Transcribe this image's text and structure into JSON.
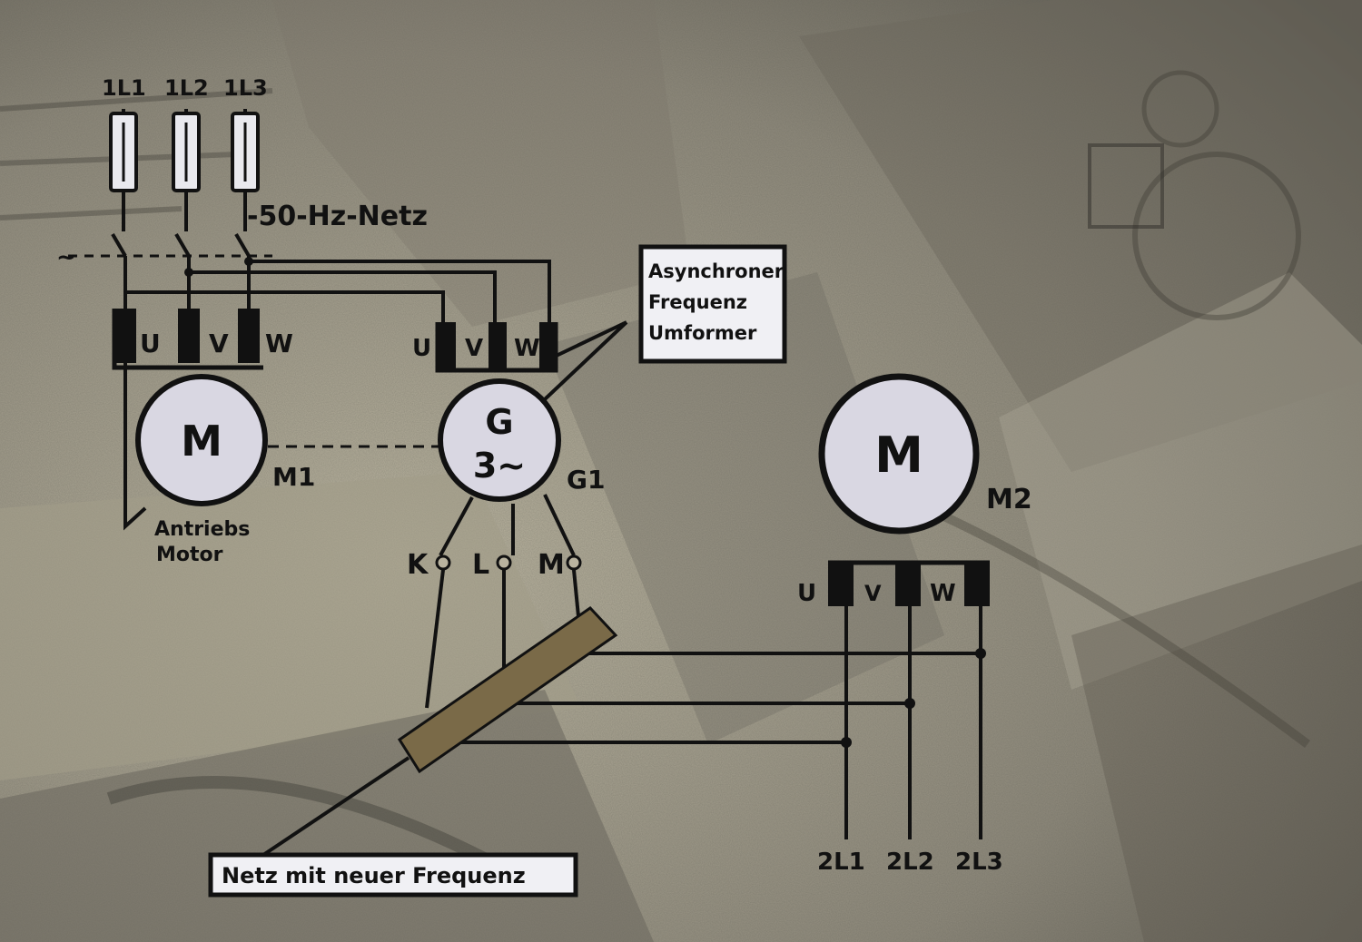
{
  "network": {
    "phases_in": [
      "1L1",
      "1L2",
      "1L3"
    ],
    "net_label": "-50-Hz-Netz",
    "switch_mark": "~"
  },
  "motor_m1": {
    "symbol": "M",
    "id": "M1",
    "label_line1": "Antriebs",
    "label_line2": "Motor"
  },
  "terminals_m1": [
    "U",
    "V",
    "W"
  ],
  "generator_g1": {
    "symbol": "G",
    "sub": "3~",
    "id": "G1"
  },
  "terminals_g1_in": [
    "U",
    "V",
    "W"
  ],
  "generator_outputs": [
    "K",
    "L",
    "M"
  ],
  "converter_box": {
    "line1": "Asynchroner",
    "line2": "Frequenz",
    "line3": "Umformer"
  },
  "motor_m2": {
    "symbol": "M",
    "id": "M2"
  },
  "terminals_m2": [
    "U",
    "V",
    "W"
  ],
  "phases_out": [
    "2L1",
    "2L2",
    "2L3"
  ],
  "new_net_label": "Netz mit neuer Frequenz",
  "colors": {
    "ink": "#111111",
    "paper": "#b9b39f",
    "motor_fill": "#d9d7e2",
    "box_fill": "#f0f0f4",
    "brush": "#7a6a48"
  }
}
